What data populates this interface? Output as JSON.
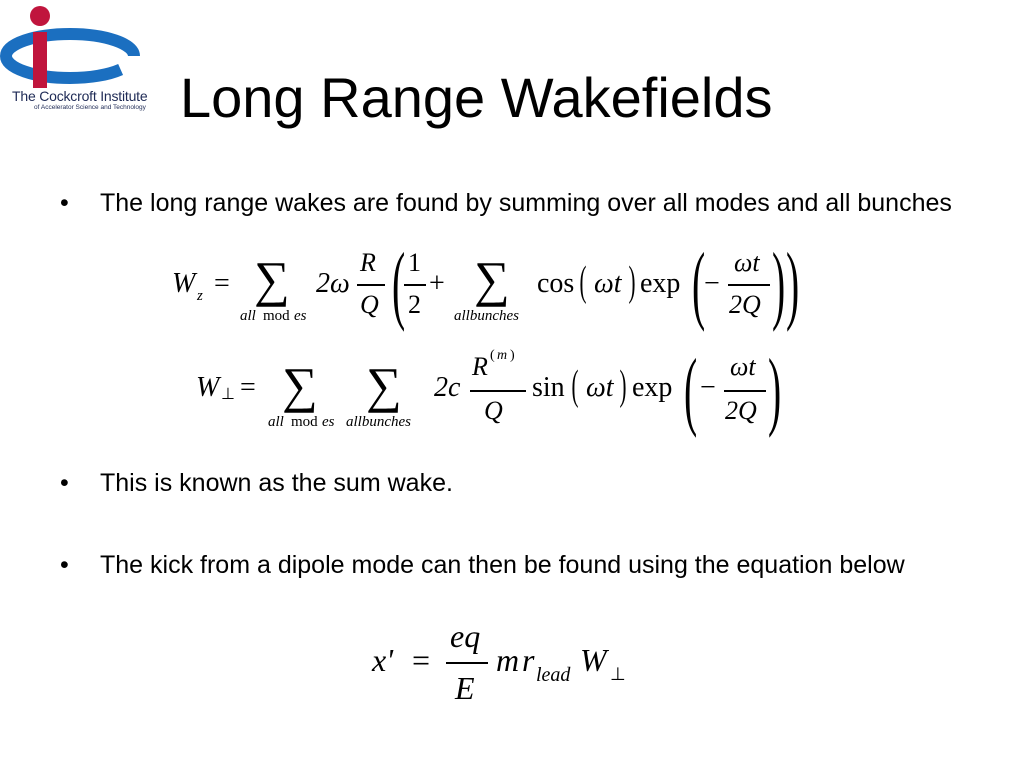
{
  "logo": {
    "line1": "The Cockcroft Institute",
    "line2": "of Accelerator Science and Technology",
    "colors": {
      "red": "#c0153d",
      "blue": "#1b6fc0",
      "navy": "#1e2a55"
    }
  },
  "title": "Long Range Wakefields",
  "bullets": [
    {
      "marker": "•",
      "text": "The long range wakes are found by summing over all modes and all bunches"
    },
    {
      "marker": "•",
      "text": "This is known as the sum wake."
    },
    {
      "marker": "•",
      "text": "The kick from a dipole mode can then be found using the equation below"
    }
  ],
  "eq1": {
    "lhs": "W",
    "lhs_sub": "z",
    "eq": "=",
    "sum": "∑",
    "sum1_sub_a": "all",
    "sum1_sub_b": "mod",
    "sum1_sub_c": "es",
    "coef": "2ω",
    "frac_num": "R",
    "frac_den": "Q",
    "half_num": "1",
    "half_den": "2",
    "plus": "+",
    "sum2_sub": "allbunches",
    "cos": "cos",
    "cos_arg": "ωt",
    "exp": "exp",
    "minus": "−",
    "exp_num": "ωt",
    "exp_den": "2Q"
  },
  "eq2": {
    "lhs": "W",
    "lhs_sub": "⊥",
    "eq": "=",
    "sum": "∑",
    "sum1_sub_a": "all",
    "sum1_sub_b": "mod",
    "sum1_sub_c": "es",
    "sum2_sub": "allbunches",
    "coef": "2c",
    "frac_num": "R",
    "frac_num_sup": "m",
    "frac_den": "Q",
    "sin": "sin",
    "sin_arg": "ωt",
    "exp": "exp",
    "minus": "−",
    "exp_num": "ωt",
    "exp_den": "2Q"
  },
  "eq3": {
    "lhs": "x'",
    "eq": "=",
    "frac_num": "eq",
    "frac_den": "E",
    "m": "m",
    "r": "r",
    "r_sub": "lead",
    "w": "W",
    "w_sub": "⊥"
  }
}
